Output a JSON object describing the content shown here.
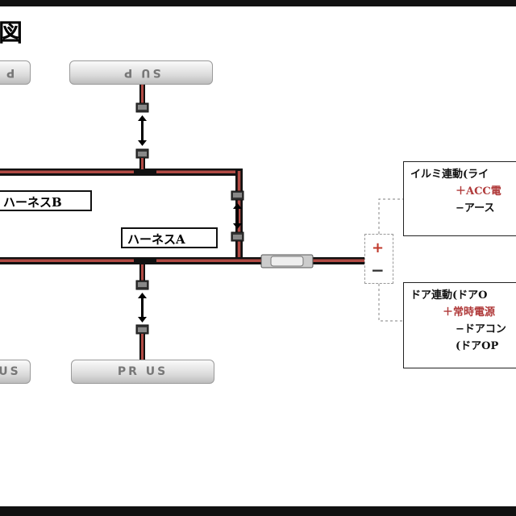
{
  "title": "図",
  "harness_a_label": "ハーネスA",
  "harness_b_label": "ハーネスB",
  "lamps": {
    "top_left": "P",
    "top_center": "SU  P",
    "bottom_left": "US",
    "bottom_center": "PR  US"
  },
  "illumination_box": {
    "title": "イルミ連動(ライ",
    "plus_line": "＋ACC電",
    "minus_line": "−アース"
  },
  "door_box": {
    "title": "ドア連動(ドアO",
    "plus_line": "＋常時電源",
    "minus_line": "−ドアコン",
    "sub_line": "(ドアOP"
  },
  "terminal": {
    "plus": "+",
    "minus": "−"
  },
  "colors": {
    "wire_red": "#b14a44",
    "wire_black": "#111111",
    "accent_red": "#b03a3a"
  }
}
